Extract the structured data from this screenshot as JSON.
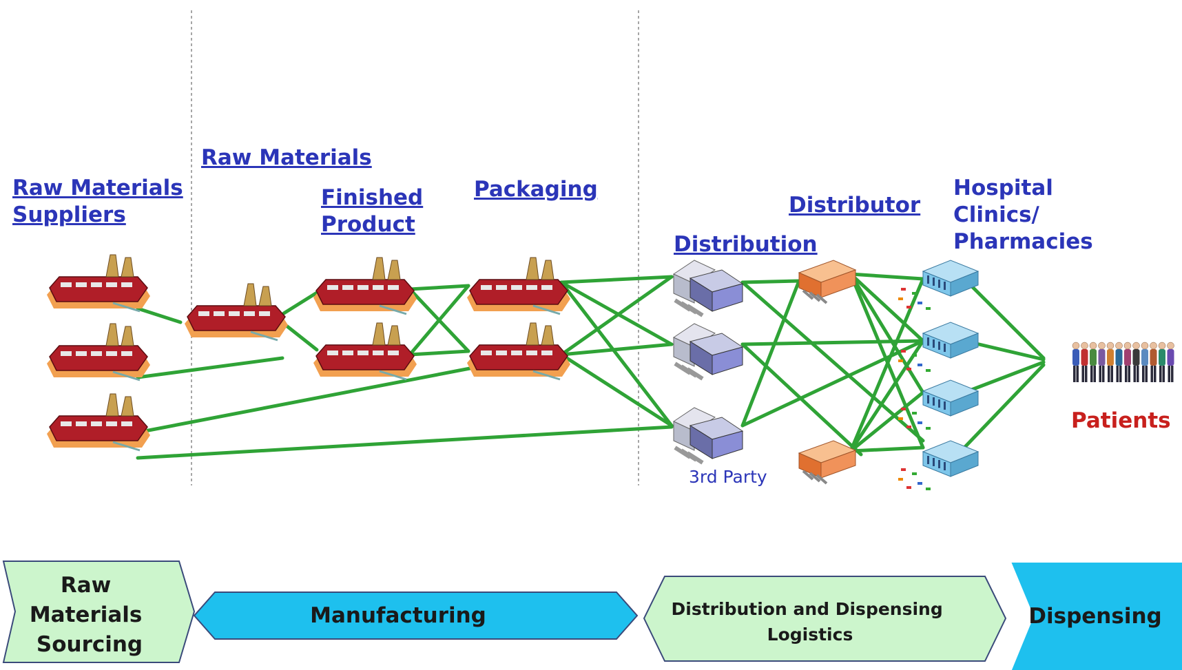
{
  "stage_labels": {
    "raw_materials_suppliers": "Raw Materials\nSuppliers",
    "raw_materials": "Raw Materials",
    "finished_product": "Finished\nProduct",
    "packaging": "Packaging",
    "distribution": "Distribution",
    "distributor": "Distributor",
    "hospital": "Hospital\nClinics/\nPharmacies"
  },
  "third_party_label": "3rd Party",
  "patients_label": "Patients",
  "phases": {
    "sourcing": [
      "Raw",
      "Materials",
      "Sourcing"
    ],
    "manufacturing": "Manufacturing",
    "logistics": [
      "Distribution and Dispensing",
      "Logistics"
    ],
    "dispensing": "Dispensing"
  },
  "colors": {
    "link": "#2fa336",
    "label_blue": "#2b35b8",
    "patients_red": "#c8201d",
    "phase_light": "#ccf5cc",
    "phase_dark": "#1ec0ee",
    "factory_red": "#b01e28",
    "distribution_block": "#8a8ed6",
    "distributor_block": "#f0925a",
    "pharmacy_block": "#7ec6ea"
  },
  "icons": {
    "factory": "factory-icon",
    "distribution_center": "distribution-center-icon",
    "distributor": "distributor-icon",
    "pharmacy": "pharmacy-icon",
    "patients": "patients-group-icon"
  }
}
